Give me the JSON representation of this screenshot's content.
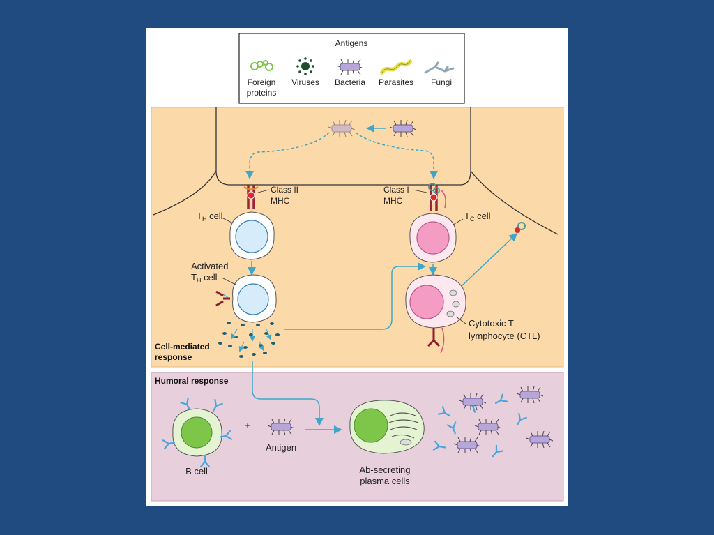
{
  "legend": {
    "title": "Antigens",
    "items": [
      {
        "label_1": "Foreign",
        "label_2": "proteins",
        "icon": "foreign-proteins-icon"
      },
      {
        "label_1": "Viruses",
        "label_2": "",
        "icon": "virus-icon"
      },
      {
        "label_1": "Bacteria",
        "label_2": "",
        "icon": "bacterium-icon"
      },
      {
        "label_1": "Parasites",
        "label_2": "",
        "icon": "parasite-icon"
      },
      {
        "label_1": "Fungi",
        "label_2": "",
        "icon": "fungus-icon"
      }
    ]
  },
  "cell_mediated": {
    "class2_line1": "Class II",
    "class2_line2": "MHC",
    "class1_line1": "Class I",
    "class1_line2": "MHC",
    "th_cell_main": "T",
    "th_cell_sub": "H",
    "th_cell_rest": " cell",
    "tc_cell_main": "T",
    "tc_cell_sub": "C",
    "tc_cell_rest": " cell",
    "activated_line1": "Activated",
    "activated_main": "T",
    "activated_sub": "H",
    "activated_rest": " cell",
    "ctl_line1": "Cytotoxic T",
    "ctl_line2": "lymphocyte (CTL)",
    "section_line1": "Cell-mediated",
    "section_line2": "response"
  },
  "humoral": {
    "section_title": "Humoral response",
    "b_cell": "B cell",
    "plus": "+",
    "antigen": "Antigen",
    "plasma_line1": "Ab-secreting",
    "plasma_line2": "plasma cells"
  },
  "colors": {
    "background": "#1f4b80",
    "cell_mediated_panel": "#fcd9a8",
    "humoral_panel": "#e8cfdc",
    "arrow": "#3ea7c9",
    "th_nucleus": "#d6ecfa",
    "tc_nucleus": "#f49cc3",
    "b_nucleus": "#7ec64a",
    "bacterium": "#b7a6d9",
    "antibody": "#4aa6d8"
  }
}
